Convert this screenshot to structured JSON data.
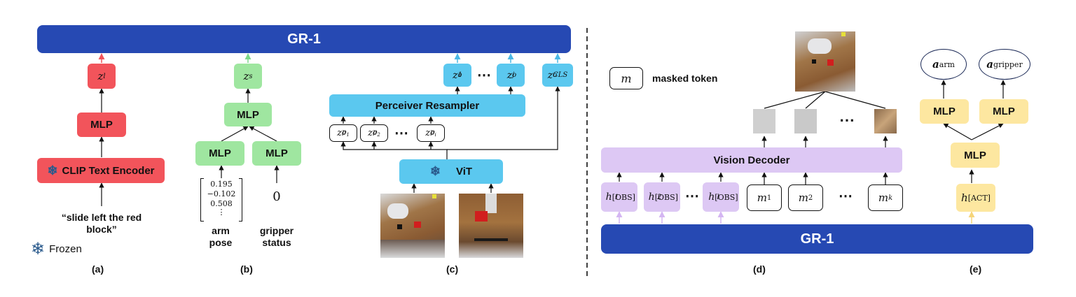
{
  "panel_a": {
    "gr1": "GR-1",
    "z_l": "l",
    "mlp": "MLP",
    "clip": "CLIP Text Encoder",
    "instruction_line1": "“slide left the red",
    "instruction_line2": "block”",
    "frozen": "Frozen",
    "caption": "(a)"
  },
  "panel_b": {
    "z_s": "s",
    "mlp_top": "MLP",
    "mlp_left": "MLP",
    "mlp_right": "MLP",
    "pose_values": [
      "0.195",
      "−0.102",
      "0.508",
      "⋮"
    ],
    "gripper_value": "0",
    "arm_line1": "arm",
    "arm_line2": "pose",
    "gripper_line1": "gripper",
    "gripper_line2": "status",
    "caption": "(b)"
  },
  "panel_c": {
    "perceiver": "Perceiver Resampler",
    "vit": "ViT",
    "caption": "(c)",
    "ellipsis": "⋯",
    "z_o_1_sup": "1",
    "z_o_j_sup": "j",
    "z_o_cls_sup": "CLS",
    "p1": "1",
    "p2": "2",
    "pi": "i"
  },
  "panel_d": {
    "masked_token_symbol": "m",
    "masked_token_label": "masked token",
    "vision_decoder": "Vision Decoder",
    "gr1": "GR-1",
    "caption": "(d)",
    "h_obs_sub": "[OBS]",
    "h_sups": [
      "1",
      "2",
      "l"
    ],
    "m_subs": [
      "1",
      "2",
      "k"
    ],
    "ellipsis": "⋯"
  },
  "panel_e": {
    "a_arm": "arm",
    "a_gripper": "gripper",
    "mlp_left": "MLP",
    "mlp_right": "MLP",
    "mlp_bottom": "MLP",
    "h_act_sub": "[ACT]",
    "caption": "(e)"
  },
  "colors": {
    "gr1": "#2649b3",
    "red": "#f2545b",
    "green": "#9fe6a0",
    "blue": "#5bc8ef",
    "purple": "#ddc8f4",
    "yellow": "#fde7a0",
    "frozen_icon": "#2a5a8c"
  }
}
